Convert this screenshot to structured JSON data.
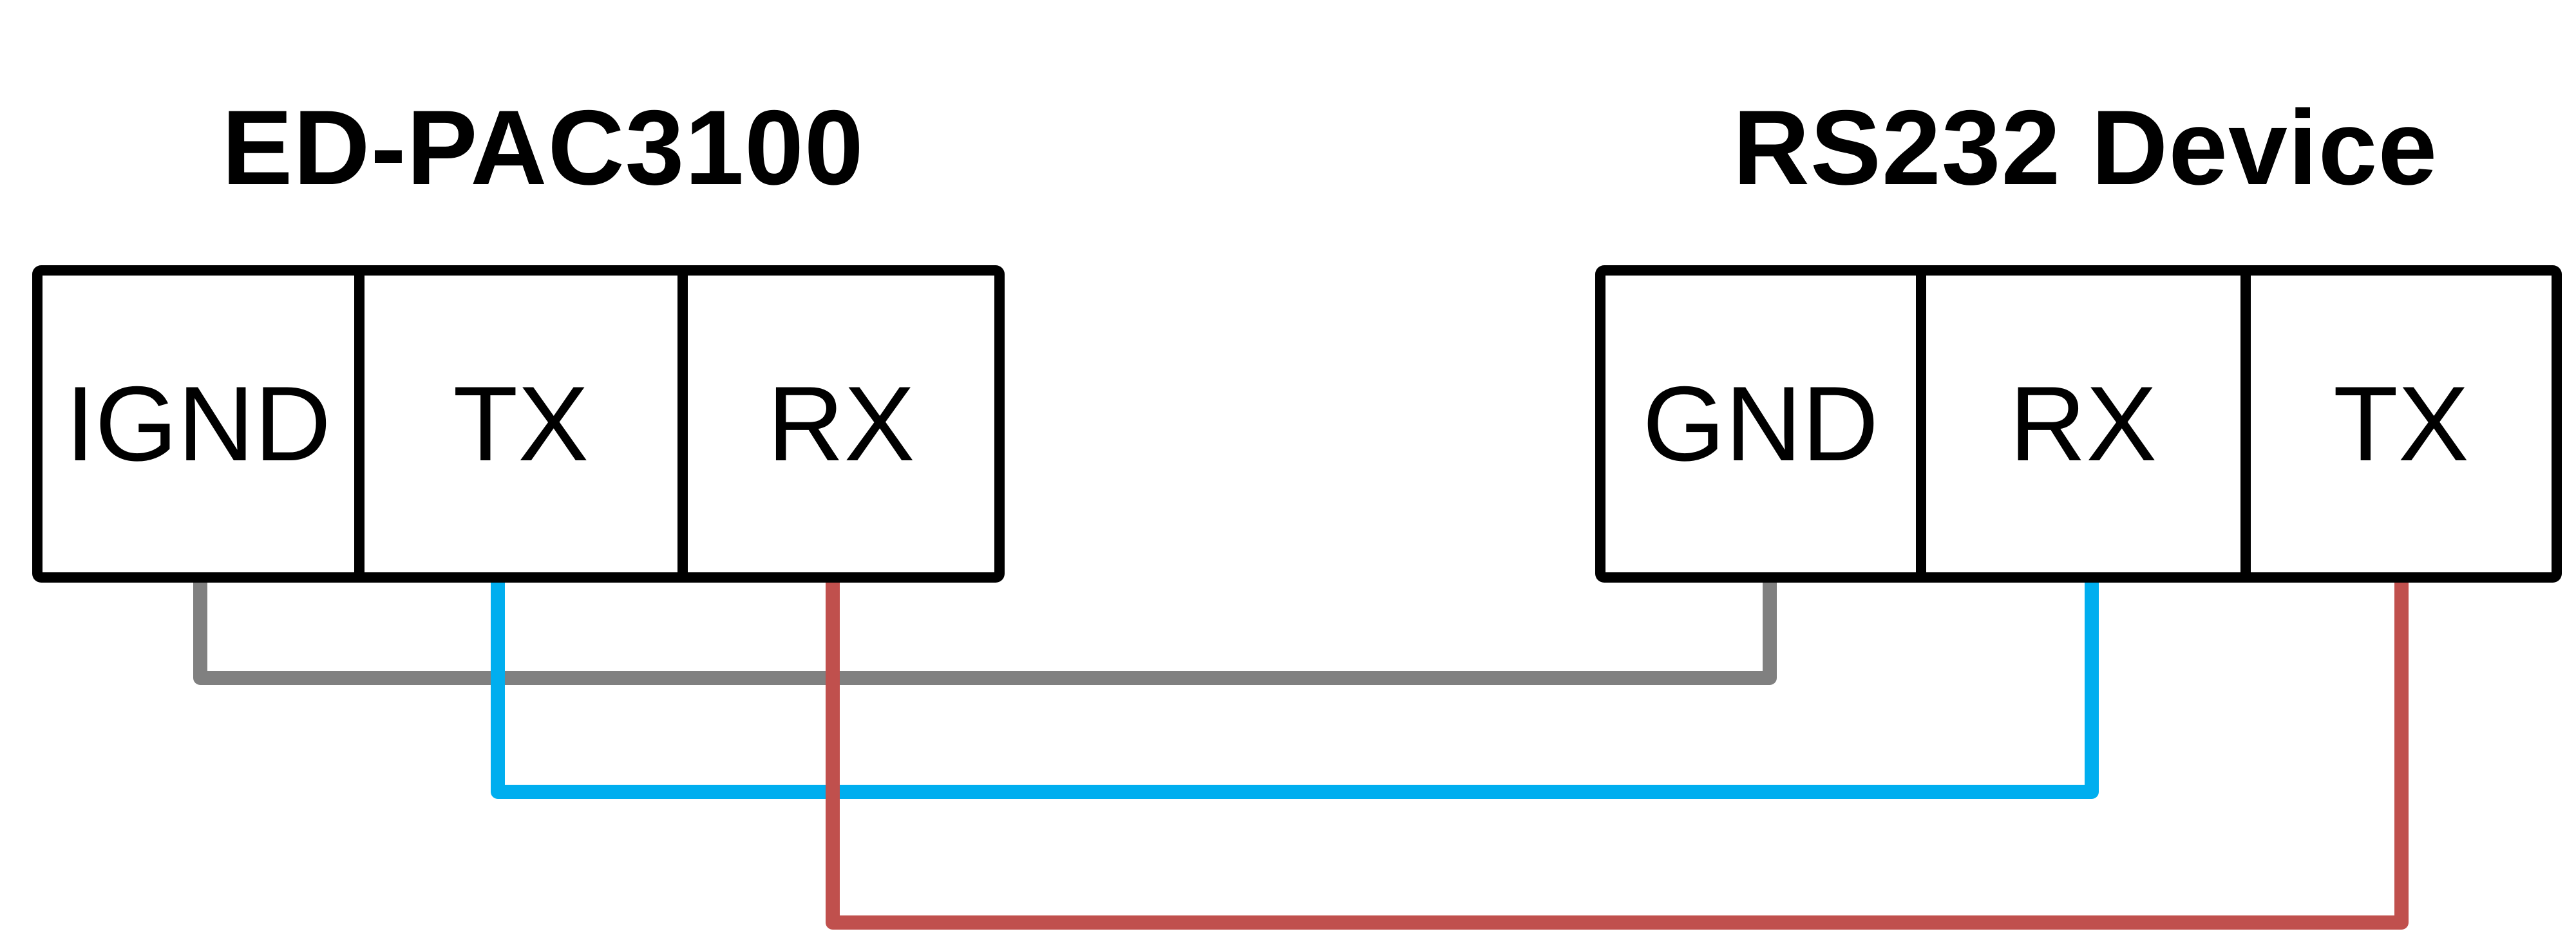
{
  "diagram": {
    "type": "wiring-diagram",
    "background": "#ffffff",
    "outline_color": "#000000"
  },
  "left_device": {
    "title": "ED-PAC3100",
    "pins": [
      "IGND",
      "TX",
      "RX"
    ]
  },
  "right_device": {
    "title": "RS232 Device",
    "pins": [
      "GND",
      "RX",
      "TX"
    ]
  },
  "wires": [
    {
      "name": "ground-wire",
      "from": "IGND",
      "to": "GND",
      "color": "#808080"
    },
    {
      "name": "tx-to-rx-wire",
      "from": "TX",
      "to": "RX",
      "color": "#00AEEF"
    },
    {
      "name": "rx-to-tx-wire",
      "from": "RX",
      "to": "TX",
      "color": "#C0504D"
    }
  ]
}
